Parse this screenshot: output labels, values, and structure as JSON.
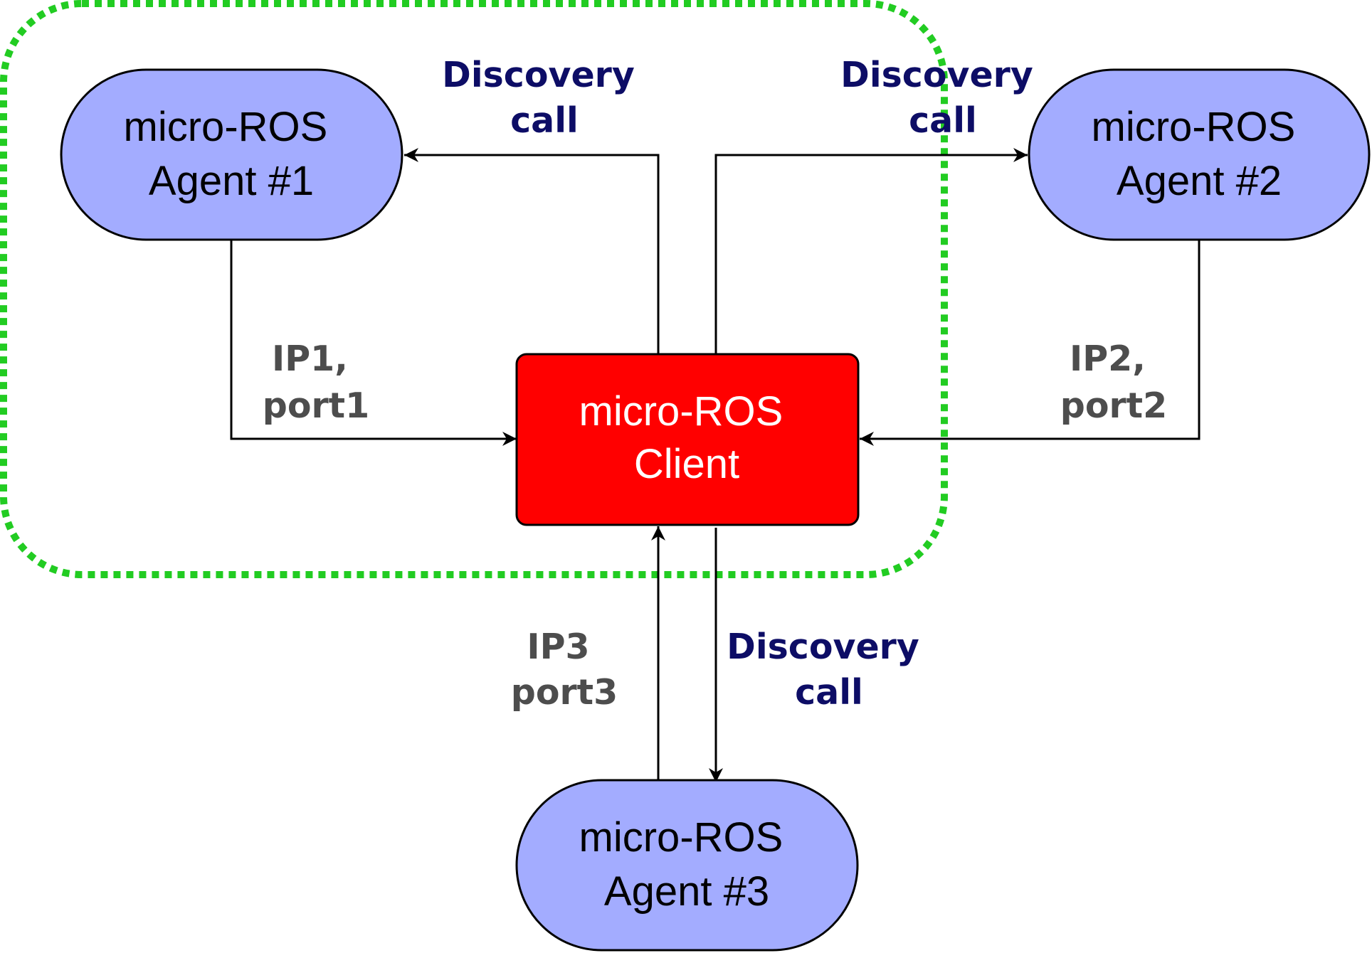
{
  "colors": {
    "agent_fill": "#a3acff",
    "client_fill": "#ff0000",
    "client_text": "#ffffff",
    "boundary": "#22cc22",
    "discovery_text": "#0d0d66",
    "ipport_text": "#4d4d4d"
  },
  "nodes": {
    "agent1": {
      "line1": "micro-ROS",
      "line2": "Agent #1"
    },
    "agent2": {
      "line1": "micro-ROS",
      "line2": "Agent #2"
    },
    "agent3": {
      "line1": "micro-ROS",
      "line2": "Agent #3"
    },
    "client": {
      "line1": "micro-ROS",
      "line2": "Client"
    }
  },
  "edges": {
    "discovery1": {
      "line1": "Discovery",
      "line2": "call"
    },
    "discovery2": {
      "line1": "Discovery",
      "line2": "call"
    },
    "discovery3": {
      "line1": "Discovery",
      "line2": "call"
    },
    "reply1": {
      "line1": "IP1,",
      "line2": "port1"
    },
    "reply2": {
      "line1": "IP2,",
      "line2": "port2"
    },
    "reply3": {
      "line1": "IP3",
      "line2": "port3"
    }
  }
}
